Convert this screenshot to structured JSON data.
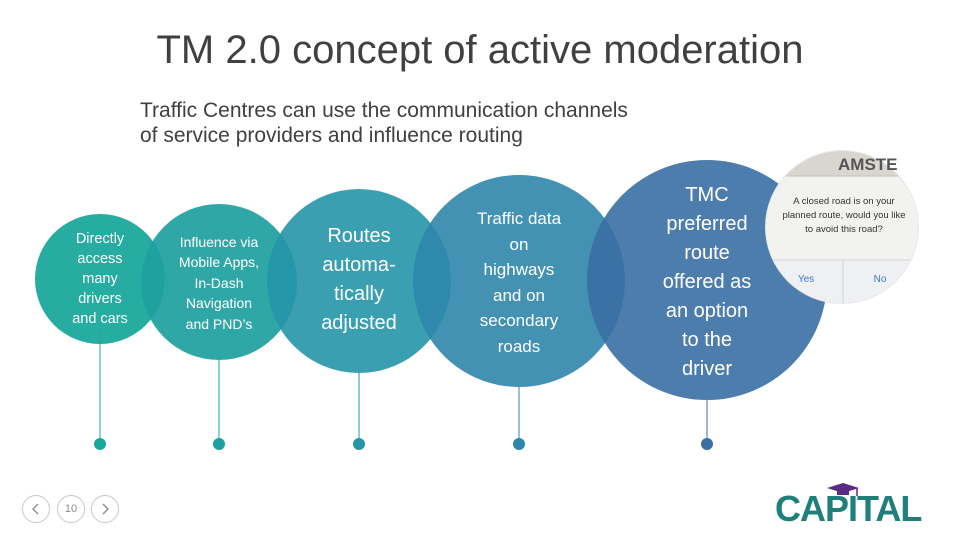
{
  "slide": {
    "title": "TM 2.0 concept of active moderation",
    "subtitle": "Traffic Centres can use the communication channels\nof service providers and influence routing"
  },
  "circles": [
    {
      "text": "Directly\naccess\nmany\ndrivers\nand cars",
      "color": "#1aa89c"
    },
    {
      "text": "Influence via\nMobile Apps,\nIn-Dash\nNavigation\nand PND’s",
      "color": "#1e9fa0"
    },
    {
      "text": "Routes\nautoma-\ntically\nadjusted",
      "color": "#2596a8"
    },
    {
      "text": "Traffic data\non\nhighways\nand on\nsecondary\nroads",
      "color": "#2f86ac"
    },
    {
      "text": "TMC\npreferred\nroute\noffered as\nan option\nto the\ndriver",
      "color": "#3a6fa4"
    }
  ],
  "popup": {
    "map_text": "AMSTE",
    "question": "A closed road is on your planned route, would you like to avoid this road?",
    "yes_label": "Yes",
    "no_label": "No"
  },
  "navigation": {
    "page_number": "10",
    "prev_icon": "chevron-left-icon",
    "next_icon": "chevron-right-icon"
  },
  "logo": {
    "text": "CAPITAL",
    "color": "#1f7f7a",
    "accent": "#5b2a82"
  }
}
